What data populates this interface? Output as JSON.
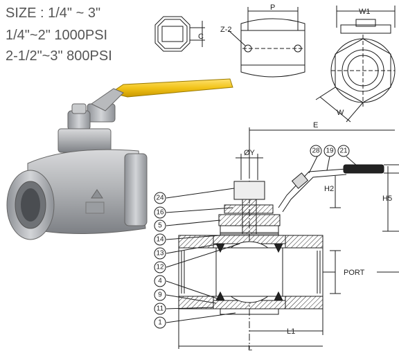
{
  "specs": {
    "size": "SIZE : 1/4\" ~ 3\"",
    "line2": "1/4\"~2\" 1000PSI",
    "line3": "2-1/2\"~3\" 800PSI"
  },
  "dims": {
    "C": "C",
    "Z2": "Z-2",
    "P": "P",
    "W1": "W1",
    "W": "W",
    "E": "E",
    "OY": "ØY",
    "H2": "H2",
    "H5": "H5",
    "PORT": "PORT",
    "L1": "L1",
    "L": "L"
  },
  "callouts": {
    "c24": "24",
    "c16": "16",
    "c5": "5",
    "c14": "14",
    "c13": "13",
    "c12": "12",
    "c4": "4",
    "c9": "9",
    "c11": "11",
    "c1": "1",
    "c28": "28",
    "c19": "19",
    "c21": "21"
  },
  "colors": {
    "handle": "#f2c319",
    "body": "#a9abae",
    "line": "#1a1a1a",
    "spec_text": "#555555"
  }
}
